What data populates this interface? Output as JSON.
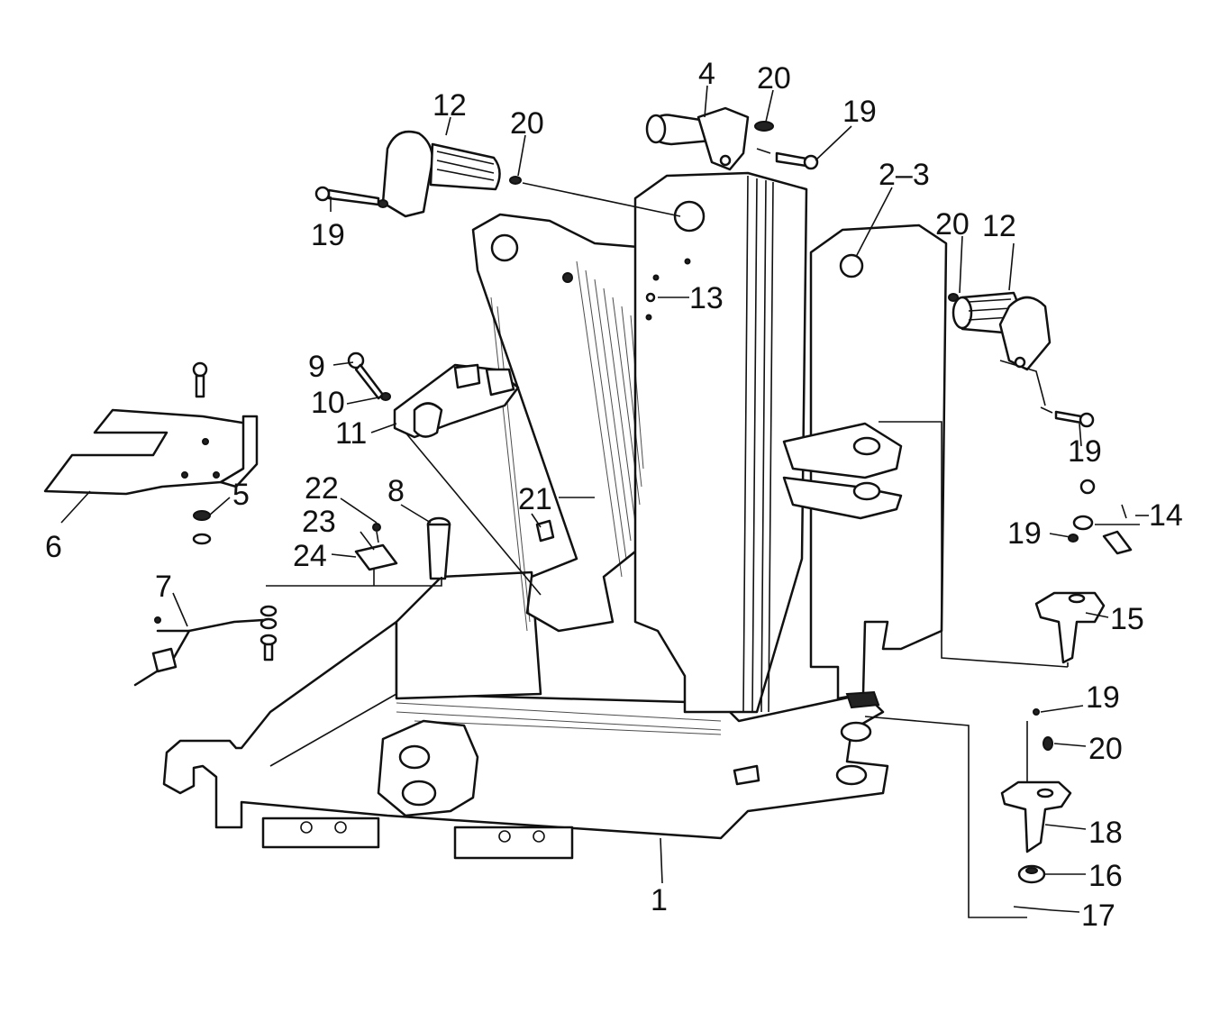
{
  "callouts": [
    {
      "id": "c12a",
      "text": "12"
    },
    {
      "id": "c20a",
      "text": "20"
    },
    {
      "id": "c19a",
      "text": "19"
    },
    {
      "id": "c4",
      "text": "4"
    },
    {
      "id": "c20b",
      "text": "20"
    },
    {
      "id": "c19b",
      "text": "19"
    },
    {
      "id": "c2-3",
      "text": "2–3"
    },
    {
      "id": "c20c",
      "text": "20"
    },
    {
      "id": "c12b",
      "text": "12"
    },
    {
      "id": "c13",
      "text": "13"
    },
    {
      "id": "c9",
      "text": "9"
    },
    {
      "id": "c10",
      "text": "10"
    },
    {
      "id": "c11",
      "text": "11"
    },
    {
      "id": "c19c",
      "text": "19"
    },
    {
      "id": "c14",
      "text": "14"
    },
    {
      "id": "c19d",
      "text": "19"
    },
    {
      "id": "c21",
      "text": "21"
    },
    {
      "id": "c22",
      "text": "22"
    },
    {
      "id": "c8",
      "text": "8"
    },
    {
      "id": "c23",
      "text": "23"
    },
    {
      "id": "c24",
      "text": "24"
    },
    {
      "id": "c5",
      "text": "5"
    },
    {
      "id": "c6",
      "text": "6"
    },
    {
      "id": "c7",
      "text": "7"
    },
    {
      "id": "c15",
      "text": "15"
    },
    {
      "id": "c19e",
      "text": "19"
    },
    {
      "id": "c20d",
      "text": "20"
    },
    {
      "id": "c18",
      "text": "18"
    },
    {
      "id": "c16",
      "text": "16"
    },
    {
      "id": "c17",
      "text": "17"
    },
    {
      "id": "c1",
      "text": "1"
    }
  ]
}
